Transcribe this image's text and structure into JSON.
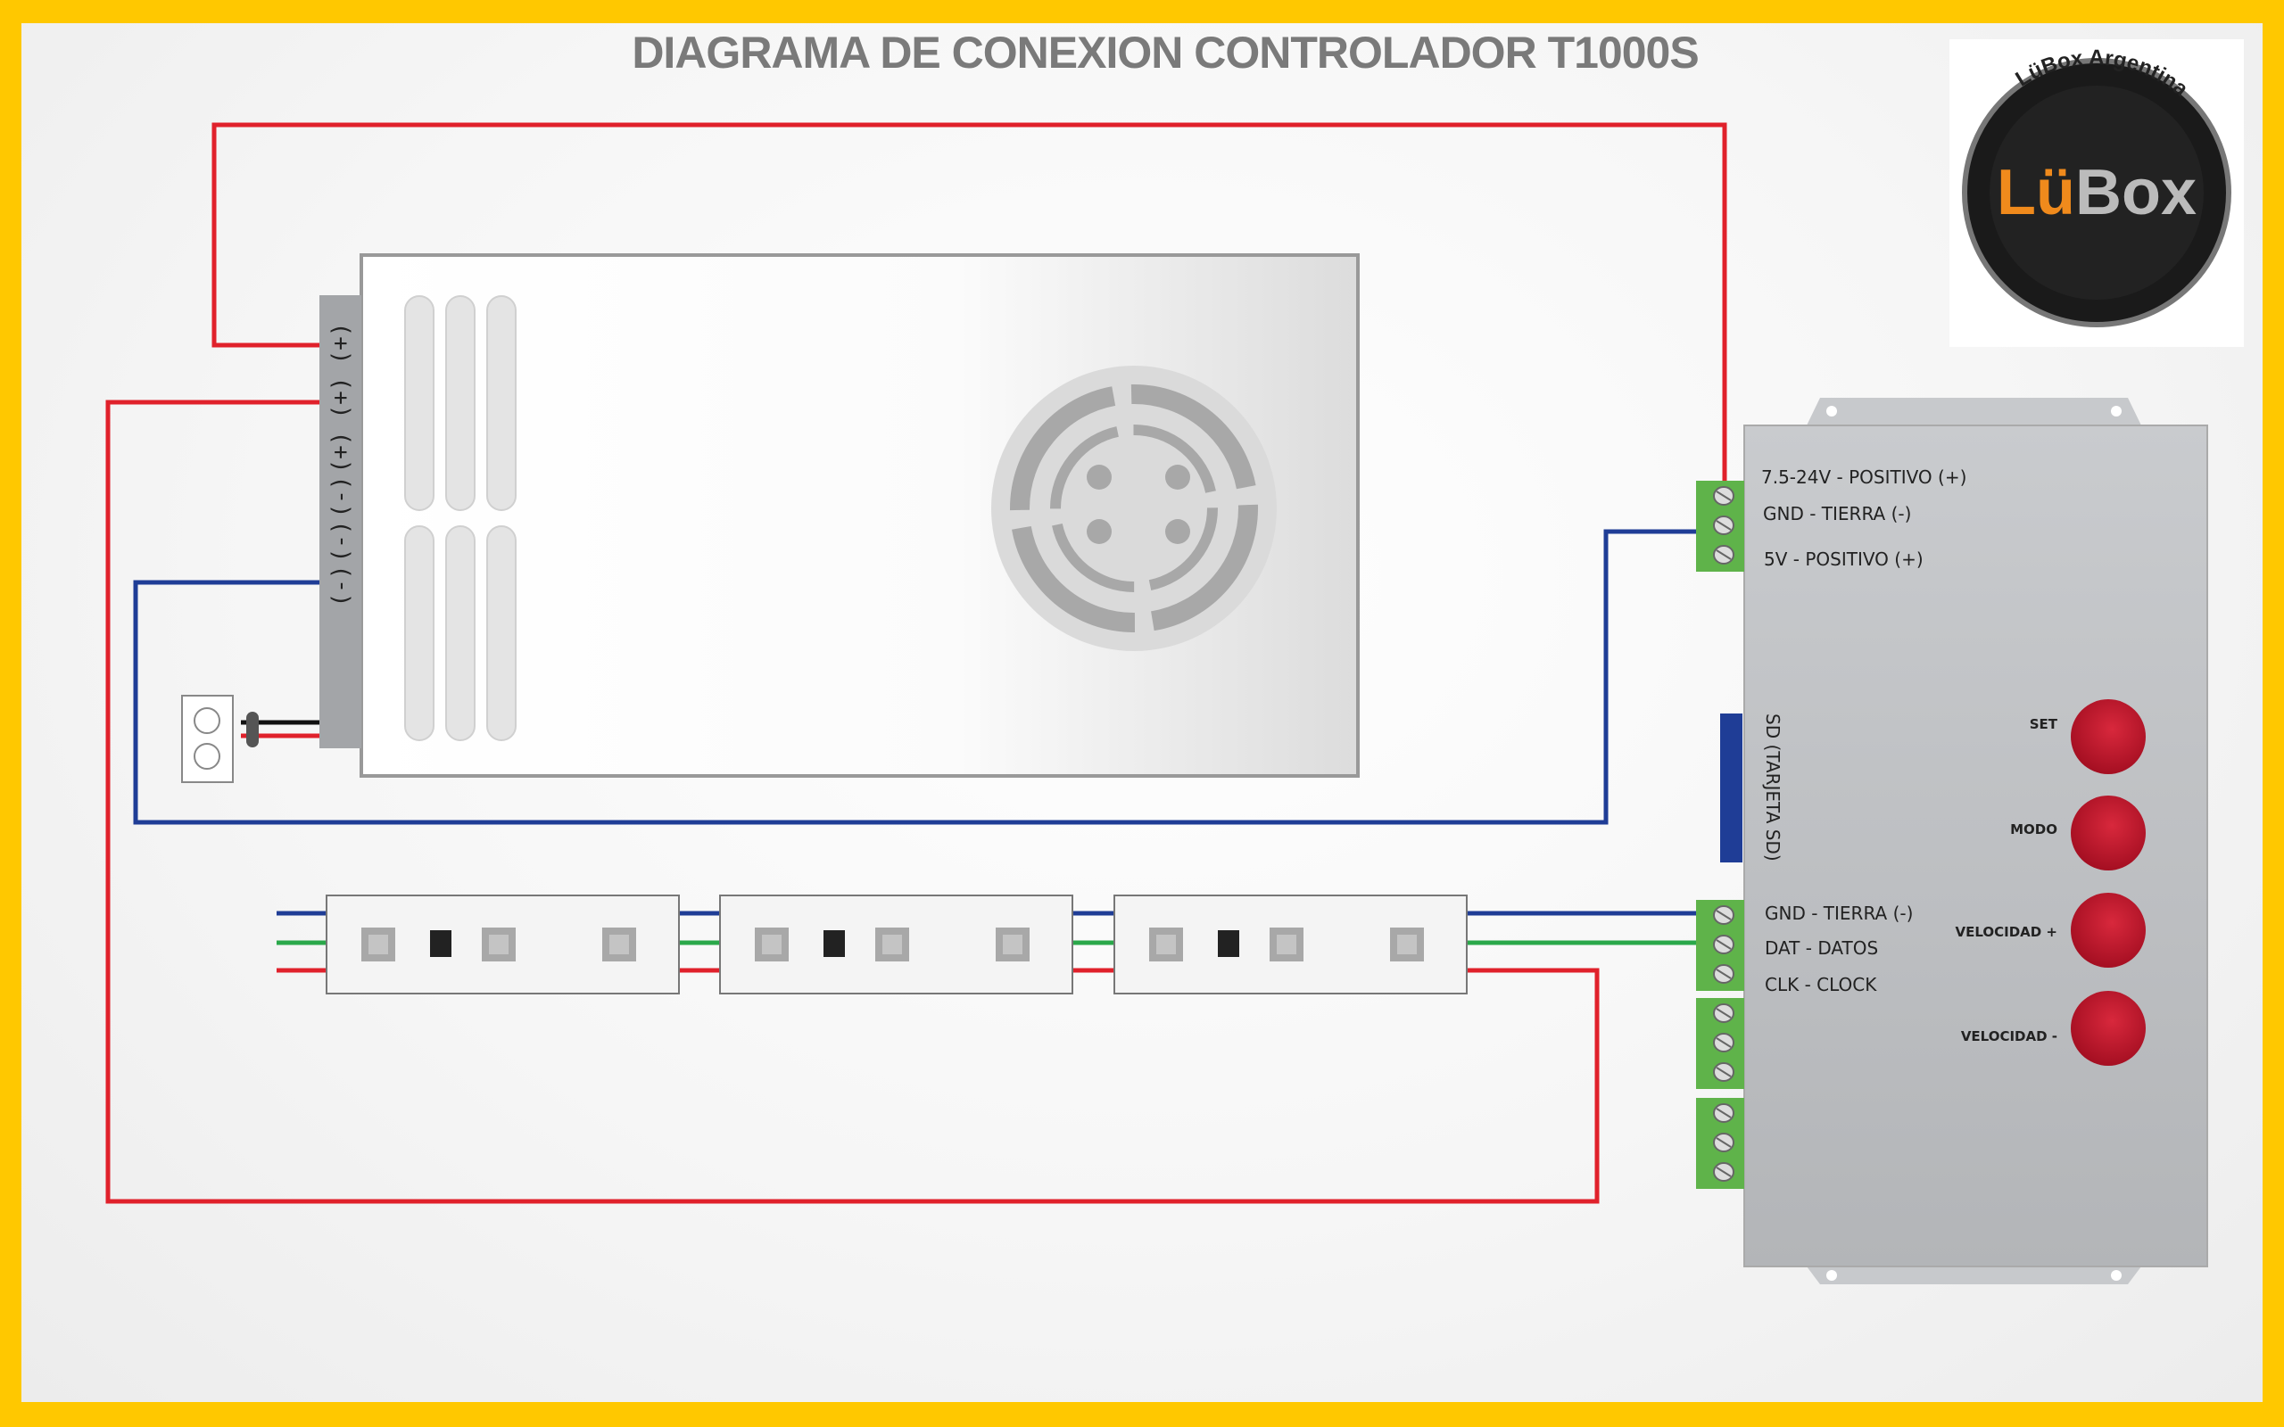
{
  "title": "DIAGRAMA DE CONEXION CONTROLADOR T1000S",
  "logo": {
    "brand": "LüBox",
    "ring_text": "LüBox Argentina"
  },
  "power_supply": {
    "terminals": [
      "(+)",
      "(+)",
      "(+)",
      "(-)",
      "(-)",
      "(-)"
    ]
  },
  "controller": {
    "power_labels": [
      "7.5-24V - POSITIVO (+)",
      "GND - TIERRA (-)",
      "5V - POSITIVO (+)"
    ],
    "sd_label": "SD (TARJETA SD)",
    "output_labels": [
      "GND - TIERRA (-)",
      "DAT - DATOS",
      "CLK - CLOCK"
    ],
    "buttons": [
      "SET",
      "MODO",
      "VELOCIDAD +",
      "VELOCIDAD -"
    ]
  },
  "colors": {
    "border": "#FFC800",
    "wire_red": "#e0212b",
    "wire_blue": "#1f3d96",
    "wire_green": "#2aa84a",
    "terminal_green": "#5fb34a",
    "button_red": "#c8102e"
  }
}
